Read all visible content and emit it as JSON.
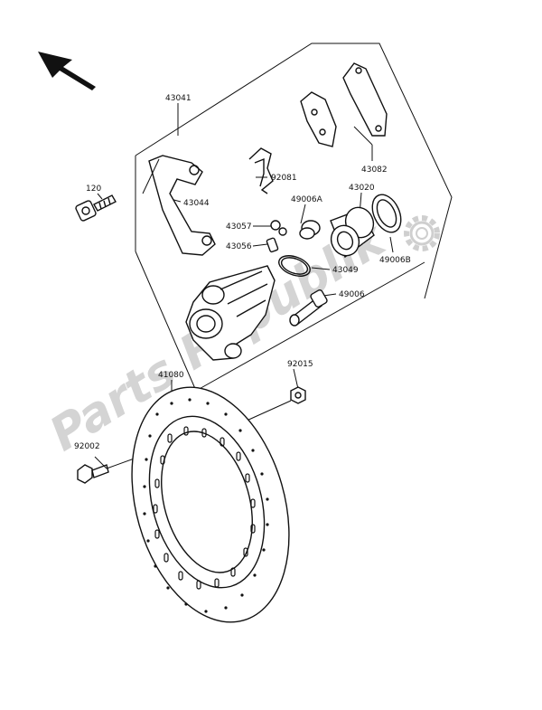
{
  "watermark": {
    "text": "Parts Republik",
    "logo_icon": "gear-icon"
  },
  "direction_icon": "arrow-front-icon",
  "labels": {
    "p43041": "43041",
    "p43082": "43082",
    "p120": "120",
    "p43044": "43044",
    "p92081": "92081",
    "p49006A": "49006A",
    "p43020": "43020",
    "p43057": "43057",
    "p43056": "43056",
    "p43049": "43049",
    "p49006B": "49006B",
    "p49006": "49006",
    "p41080": "41080",
    "p92015": "92015",
    "p92002": "92002"
  }
}
